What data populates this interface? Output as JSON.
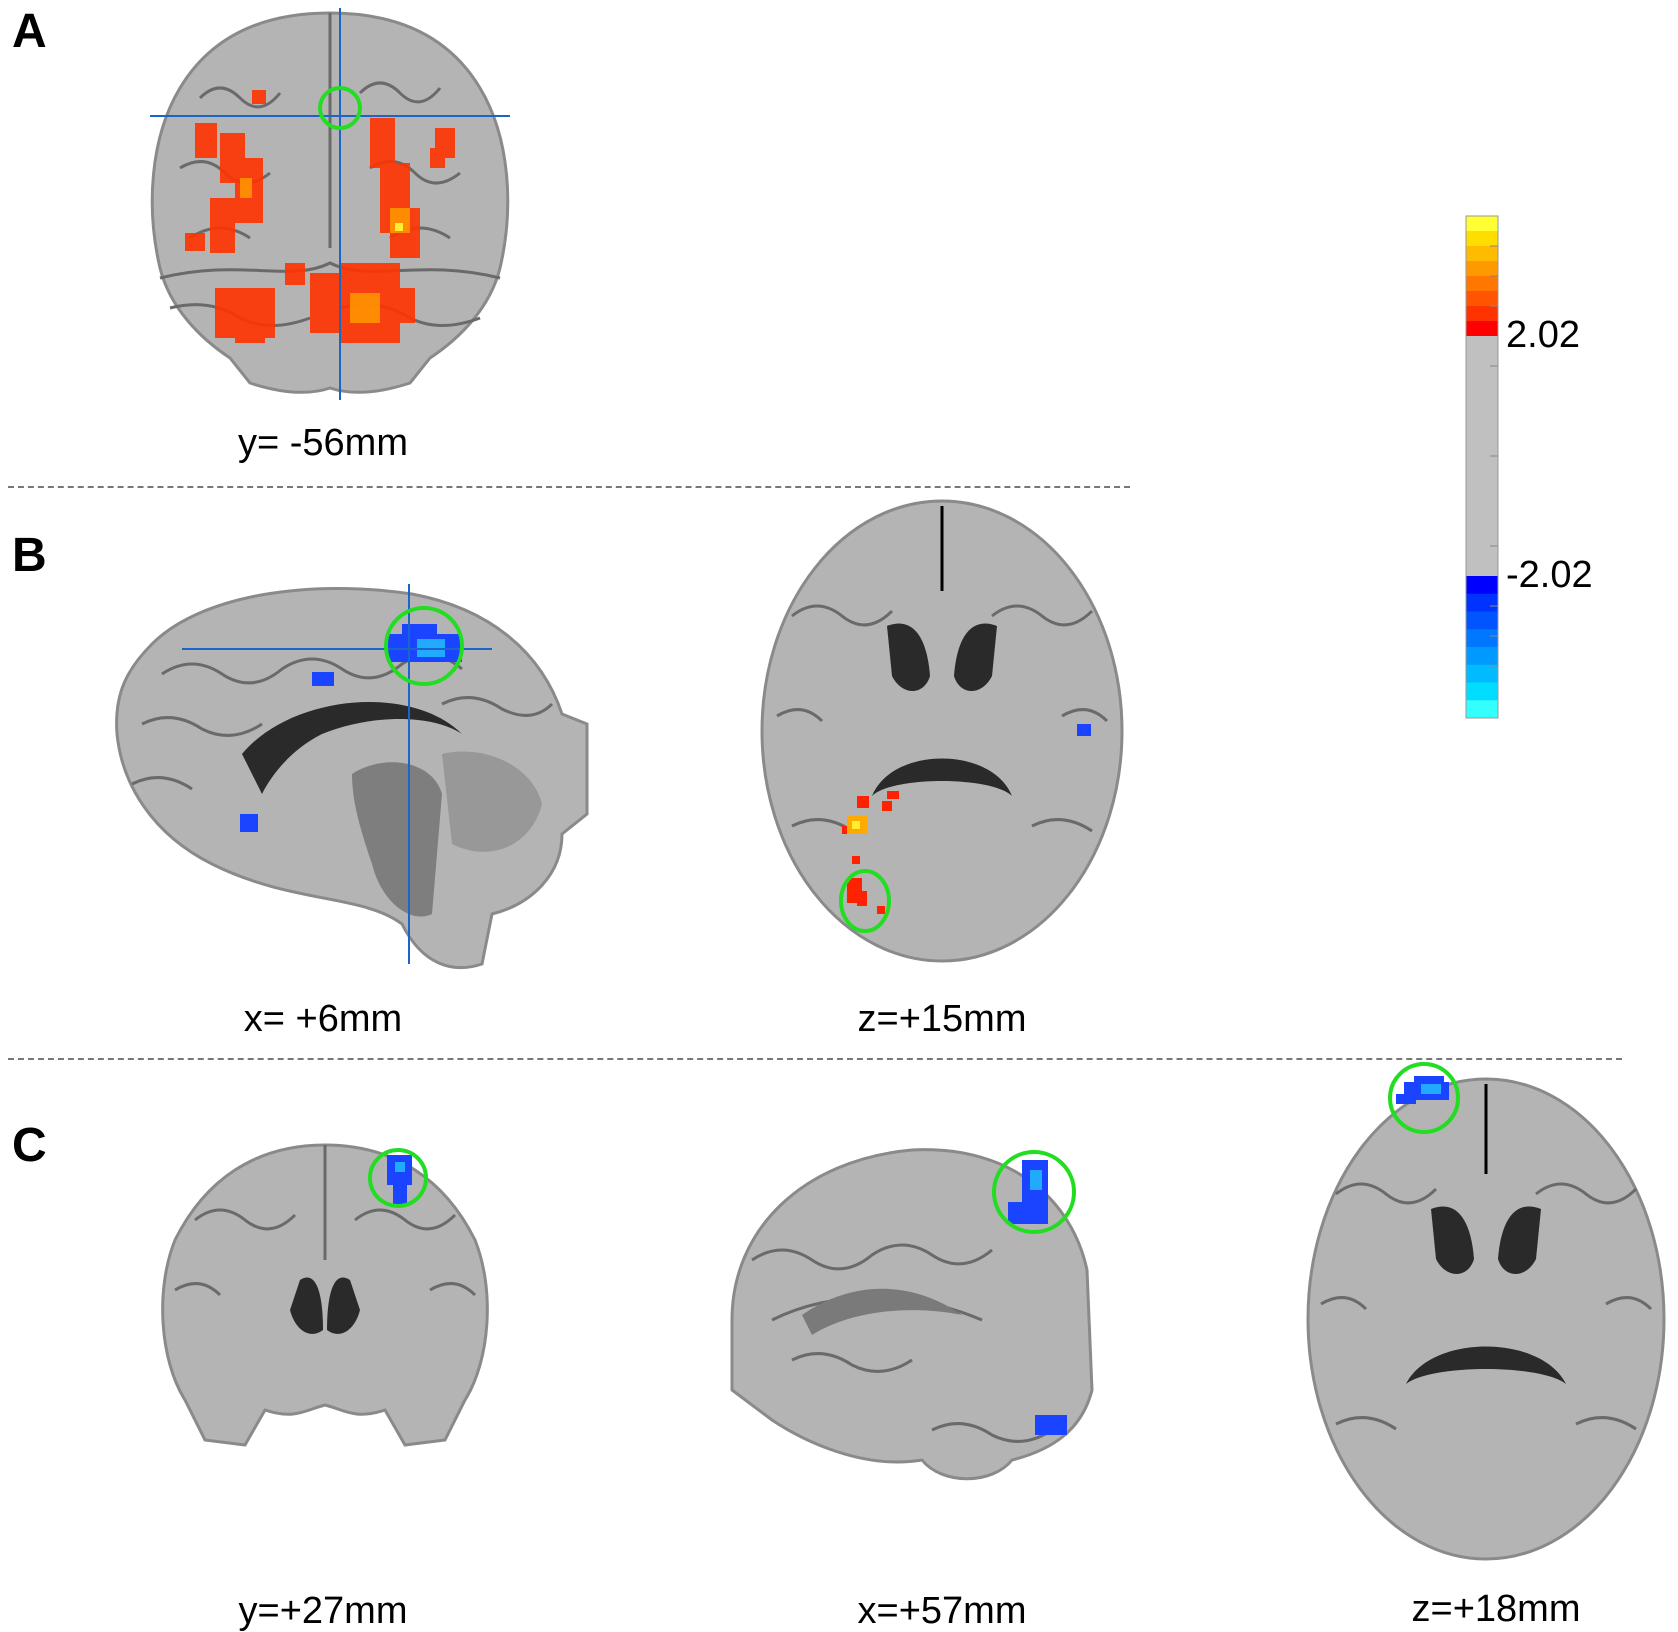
{
  "panels": [
    {
      "letter": "A",
      "captions": [
        "y= -56mm"
      ]
    },
    {
      "letter": "B",
      "captions": [
        "x= +6mm",
        "z=+15mm"
      ]
    },
    {
      "letter": "C",
      "captions": [
        "y=+27mm",
        "x=+57mm",
        "z=+18mm"
      ]
    }
  ],
  "colorbar": {
    "upper_threshold": "2.02",
    "lower_threshold": "-2.02",
    "positive_colors": [
      "#ff0000",
      "#ff3300",
      "#ff5500",
      "#ff7700",
      "#ff9900",
      "#ffbb00",
      "#ffdd00",
      "#ffff33"
    ],
    "negative_colors": [
      "#0000ff",
      "#0033ff",
      "#0055ff",
      "#0077ff",
      "#0099ff",
      "#00bbff",
      "#00ddff",
      "#33ffff"
    ],
    "neutral_color": "#c0c0c0"
  },
  "colors": {
    "brain": "#b4b4b4",
    "sulcus": "#6a6a6a",
    "ventricle": "#2a2a2a",
    "highlight_circle": "#22dd22",
    "crosshair": "#1a66c8"
  }
}
